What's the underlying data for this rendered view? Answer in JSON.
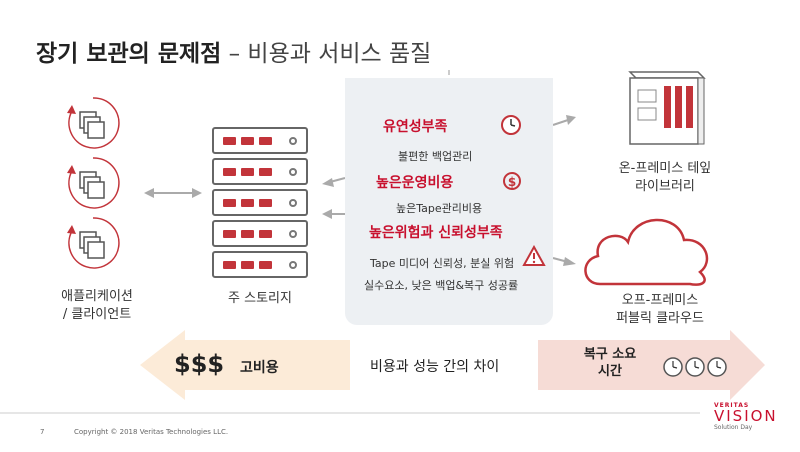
{
  "slide": {
    "title_main": "장기 보관의 문제점",
    "title_sep": " – ",
    "title_sub": "비용과 서비스 품질"
  },
  "left": {
    "app_label_line1": "애플리케이션",
    "app_label_line2": "/ 클라이언트",
    "storage_label": "주 스토리지"
  },
  "center": {
    "items": [
      {
        "heading": "유연성부족",
        "detail": "불편한 백업관리",
        "icon": "clock-icon"
      },
      {
        "heading": "높은운영비용",
        "detail": "높은Tape관리비용",
        "icon": "dollar-circle-icon"
      },
      {
        "heading": "높은위험과 신뢰성부족",
        "detail": "Tape 미디어 신뢰성, 분실 위험",
        "icon": "warning-icon"
      }
    ],
    "extra": "실수요소, 낮은 백업&복구 성공률"
  },
  "right": {
    "tape_label_line1": "온-프레미스 테잎",
    "tape_label_line2": "라이브러리",
    "cloud_label_line1": "오프-프레미스",
    "cloud_label_line2": "퍼블릭 클라우드"
  },
  "bottom": {
    "cost_symbol": "$$$",
    "cost_label": "고비용",
    "gap_label": "비용과 성능 간의 차이",
    "recovery_line1": "복구 소요",
    "recovery_line2": "시간"
  },
  "footer": {
    "page_number": "7",
    "copyright": "Copyright © 2018 Veritas Technologies LLC.",
    "brand_top": "VERITAS",
    "brand_main": "VISION",
    "brand_sub": "Solution Day"
  },
  "colors": {
    "accent": "#c8102e",
    "panel": "#edf0f3",
    "left_arrow": "#fcebd8",
    "right_arrow": "#f6dcd6"
  }
}
